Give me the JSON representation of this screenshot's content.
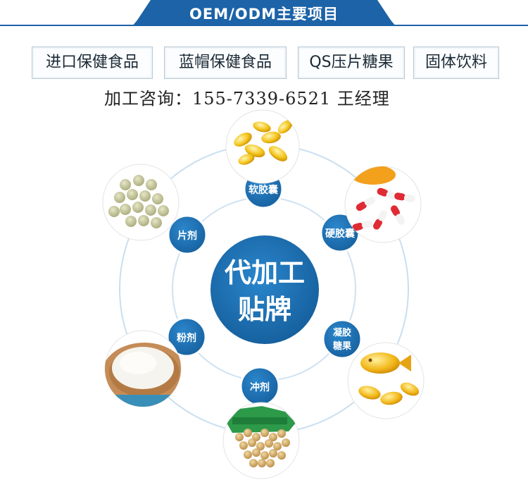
{
  "header": {
    "title": "OEM/ODM主要项目"
  },
  "tags": [
    "进口保健食品",
    "蓝帽保健食品",
    "QS压片糖果",
    "固体饮料"
  ],
  "consult": {
    "text": "加工咨询：155-7339-6521 王经理"
  },
  "center": {
    "line1": "代加工",
    "line2": "贴牌"
  },
  "nodes": {
    "soft_capsule": "软胶囊",
    "hard_capsule": "硬胶囊",
    "gel_candy_1": "凝胶",
    "gel_candy_2": "糖果",
    "granule": "冲剂",
    "powder": "粉剂",
    "tablet": "片剂"
  },
  "colors": {
    "primary": "#1b6fb3",
    "banner": "#1c63a8",
    "ring": "#c9dff0"
  }
}
